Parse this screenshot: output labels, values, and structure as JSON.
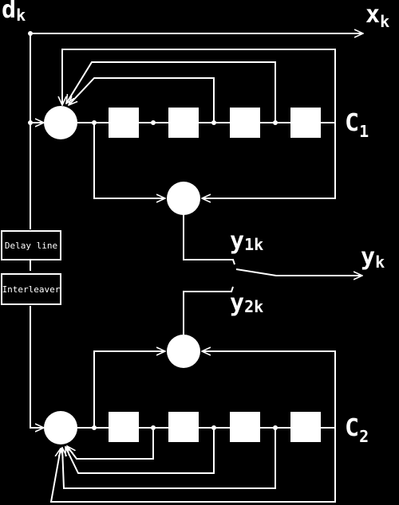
{
  "labels": {
    "input_main": "d",
    "input_sub": "k",
    "systematic_main": "x",
    "systematic_sub": "k",
    "encoder1": "C",
    "encoder1_sub": "1",
    "encoder2": "C",
    "encoder2_sub": "2",
    "parity1_main": "y",
    "parity1_sub": "1k",
    "parity2_main": "y",
    "parity2_sub": "2k",
    "output_main": "y",
    "output_sub": "k"
  },
  "blocks": {
    "delay_line": "Delay line",
    "interleaver": "Interleaver"
  },
  "colors": {
    "background": "#000000",
    "foreground": "#ffffff"
  }
}
